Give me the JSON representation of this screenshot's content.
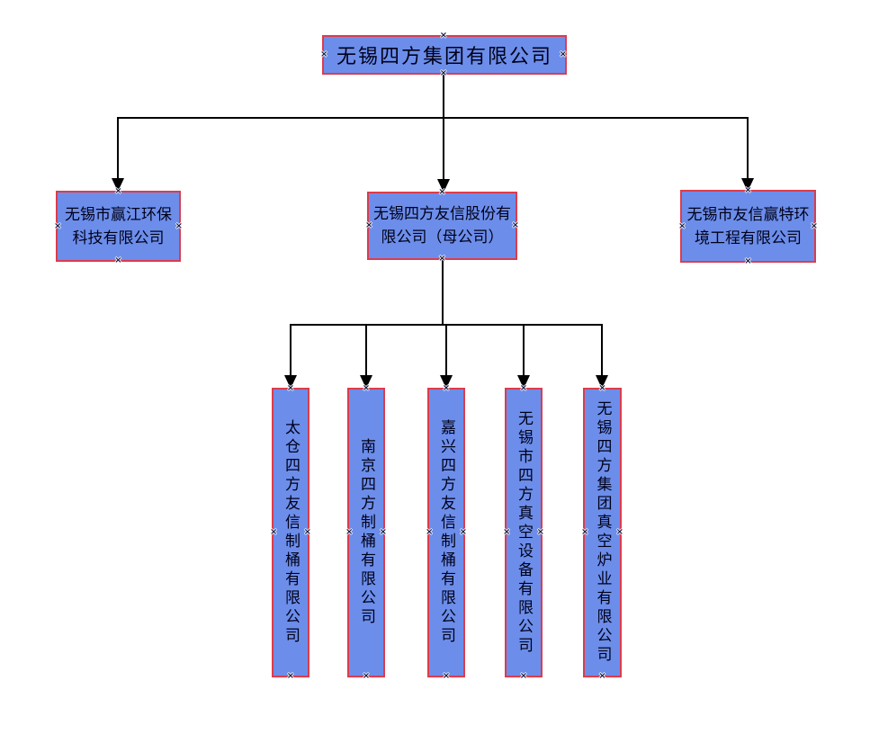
{
  "colors": {
    "page_bg": "#FFFFFF",
    "node_fill": "#6C8EEA",
    "node_border": "#DC3C4C",
    "line": "#000000",
    "text": "#00001A"
  },
  "org_chart": {
    "handle_glyph": "×",
    "root": {
      "label": "无锡四方集团有限公司"
    },
    "level2": [
      {
        "lines": [
          "无锡市赢江环保",
          "科技有限公司"
        ]
      },
      {
        "lines": [
          "无锡四方友信股份有",
          "限公司（母公司）"
        ]
      },
      {
        "lines": [
          "无锡市友信赢特环",
          "境工程有限公司"
        ]
      }
    ],
    "level3": [
      {
        "label": "太仓四方友信制桶有限公司"
      },
      {
        "label": "南京四方制桶有限公司"
      },
      {
        "label": "嘉兴四方友信制桶有限公司"
      },
      {
        "label": "无锡市四方真空设备有限公司"
      },
      {
        "label": "无锡四方集团真空炉业有限公司"
      }
    ]
  }
}
